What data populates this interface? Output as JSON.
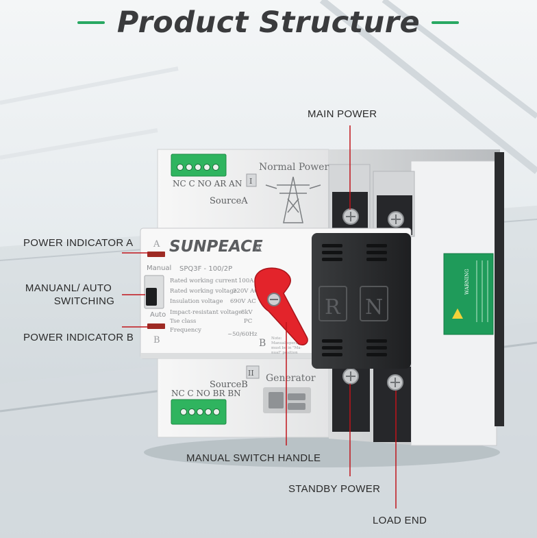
{
  "header": {
    "title": "Product Structure",
    "accent_color": "#28a862"
  },
  "device": {
    "brand": "SUNPEACE",
    "model": "SPQ3F - 100/2P",
    "top_terminal_labels": "NC C NO AR AN",
    "bottom_terminal_labels": "NC C NO BR BN",
    "source_a": "SourceA",
    "source_b": "SourceB",
    "normal_power": "Normal Power",
    "generator": "Generator",
    "numeral_one": "I",
    "numeral_two": "II",
    "letter_a": "A",
    "letter_b": "B",
    "manual": "Manual",
    "auto": "Auto",
    "switch_letter_a": "A",
    "switch_letter_b": "B",
    "knob_r": "R",
    "knob_n": "N",
    "warning": "WARNING",
    "specs": [
      {
        "name": "Rated working current",
        "value": "100A"
      },
      {
        "name": "Rated working voltage",
        "value": "220V AC"
      },
      {
        "name": "Insulation voltage",
        "value": "690V AC"
      },
      {
        "name": "Impact-resistant voltage",
        "value": "8kV"
      },
      {
        "name": "Tse class",
        "value": "PC"
      },
      {
        "name": "Frequency",
        "value": "~50/60Hz"
      }
    ],
    "note_line1": "Note:",
    "note_line2": "Manual operation",
    "note_line3": "must be in \"Ma-",
    "note_line4": "nual\" position",
    "colors": {
      "indicator": "#9e2a24",
      "handle": "#e3242b",
      "terminal": "#2fb45f",
      "cover": "#2a2c2e"
    }
  },
  "callouts": {
    "main_power": "MAIN POWER",
    "power_indicator_a": "POWER INDICATOR A",
    "manual_auto_line1": "MANUANL/ AUTO",
    "manual_auto_line2": "SWITCHING",
    "power_indicator_b": "POWER INDICATOR B",
    "manual_switch_handle": "MANUAL SWITCH HANDLE",
    "standby_power": "STANDBY POWER",
    "load_end": "LOAD END",
    "line_color": "#c0141b"
  }
}
